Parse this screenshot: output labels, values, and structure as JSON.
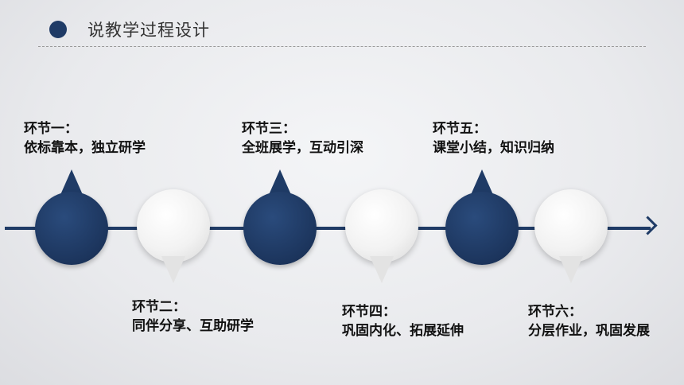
{
  "header": {
    "title": "说教学过程设计"
  },
  "steps": [
    {
      "title": "环节一：",
      "desc": "依标靠本，独立研学"
    },
    {
      "title": "环节二：",
      "desc": "同伴分享、互助研学"
    },
    {
      "title": "环节三：",
      "desc": "全班展学，互动引深"
    },
    {
      "title": "环节四：",
      "desc": "巩固内化、拓展延伸"
    },
    {
      "title": "环节五：",
      "desc": "课堂小结，知识归纳"
    },
    {
      "title": "环节六：",
      "desc": "分层作业，巩固发展"
    }
  ],
  "colors": {
    "accent": "#1f3b66",
    "light_node": "#f2f2f2"
  }
}
